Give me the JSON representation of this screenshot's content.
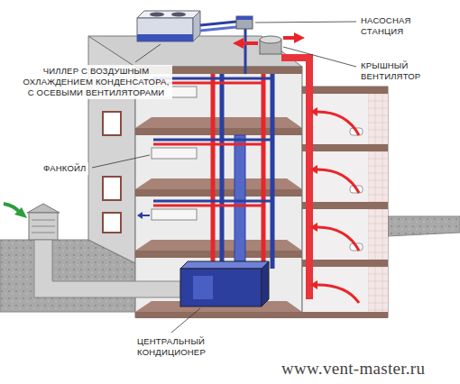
{
  "diagram": {
    "labels": [
      "НАСОСНАЯ СТАНЦИЯ",
      "ЧИЛЛЕР С ВОЗДУШНЫМ ОХЛАЖДЕНИЕМ КОНДЕНСАТОРА, С ОСЕВЫМИ ВЕНТИЛЯТОРАМИ",
      "КРЫШНЫЙ ВЕНТИЛЯТОР",
      "ФАНКОЙЛ",
      "ЦЕНТРАЛЬНЫЙ КОНДИЦИОНЕР",
      "www.vent-master.ru"
    ]
  }
}
